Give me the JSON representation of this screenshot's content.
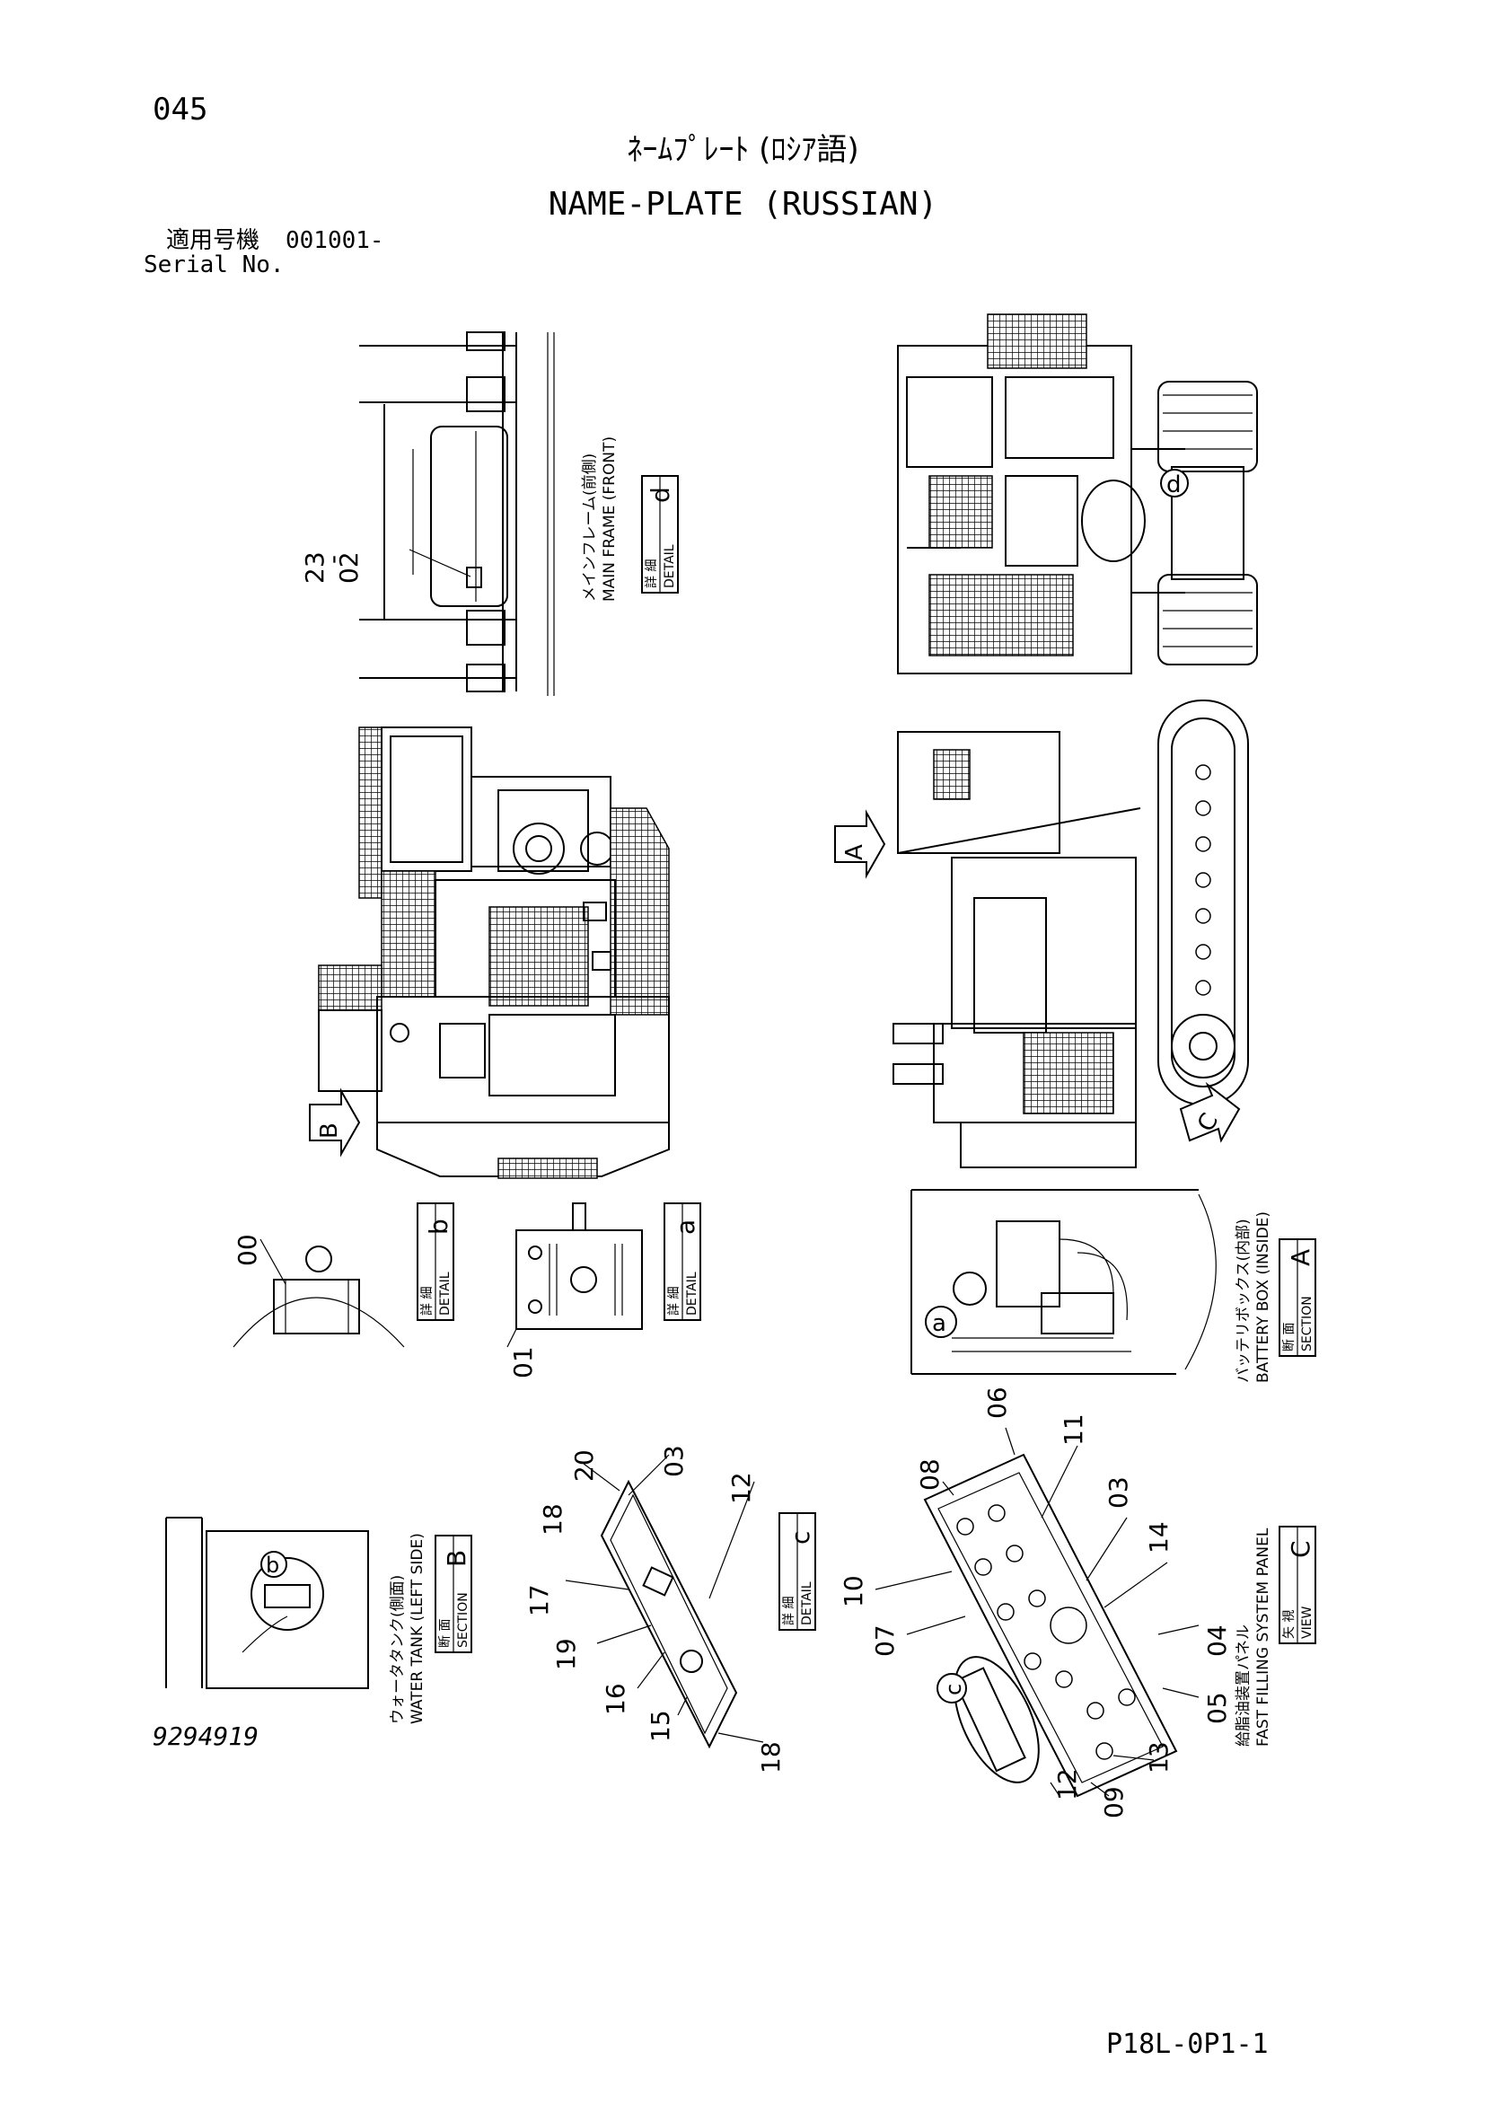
{
  "header": {
    "page_number": "045",
    "title_jp": "ﾈｰﾑﾌﾟﾚｰﾄ (ﾛｼｱ語)",
    "title_en": "NAME-PLATE (RUSSIAN)",
    "serial_label_jp": "適用号機",
    "serial_value": "001001-",
    "serial_label_en": "Serial No."
  },
  "views": {
    "main_frame": {
      "jp": "メインフレーム(前側)",
      "en": "MAIN FRAME (FRONT)",
      "tag_jp": "詳 細",
      "tag_en": "DETAIL",
      "letter": "d"
    },
    "battery_box": {
      "jp": "バッテリボックス(内部)",
      "en": "BATTERY BOX (INSIDE)",
      "tag_jp": "断 面",
      "tag_en": "SECTION",
      "letter": "A"
    },
    "water_tank": {
      "jp": "ウォータタンク(側面)",
      "en": "WATER TANK (LEFT SIDE)",
      "tag_jp": "断 面",
      "tag_en": "SECTION",
      "letter": "B"
    },
    "fast_filling": {
      "jp": "給脂油装置パネル",
      "en": "FAST FILLING SYSTEM PANEL",
      "tag_jp": "矢 視",
      "tag_en": "VIEW",
      "letter": "C"
    },
    "detail_b": {
      "tag_jp": "詳 細",
      "tag_en": "DETAIL",
      "letter": "b"
    },
    "detail_a": {
      "tag_jp": "詳 細",
      "tag_en": "DETAIL",
      "letter": "a"
    },
    "detail_c": {
      "tag_jp": "詳 細",
      "tag_en": "DETAIL",
      "letter": "c"
    }
  },
  "markers": {
    "A": "A",
    "B": "B",
    "C": "C",
    "a": "a",
    "b": "b",
    "c": "c",
    "d": "d"
  },
  "part_labels": {
    "mf_23": "23",
    "mf_dash": "-",
    "mf_02": "02",
    "db_00": "00",
    "da_01": "01",
    "dc_20": "20",
    "dc_03": "03",
    "dc_18a": "18",
    "dc_12": "12",
    "dc_17": "17",
    "dc_19": "19",
    "dc_16": "16",
    "dc_15": "15",
    "dc_18b": "18",
    "ff_08": "08",
    "ff_06": "06",
    "ff_11": "11",
    "ff_03": "03",
    "ff_14": "14",
    "ff_10": "10",
    "ff_07": "07",
    "ff_04": "04",
    "ff_05": "05",
    "ff_13": "13",
    "ff_09": "09",
    "ff_12": "12"
  },
  "footer": {
    "drawing_number": "9294919",
    "sheet_code": "P18L-0P1-1"
  }
}
